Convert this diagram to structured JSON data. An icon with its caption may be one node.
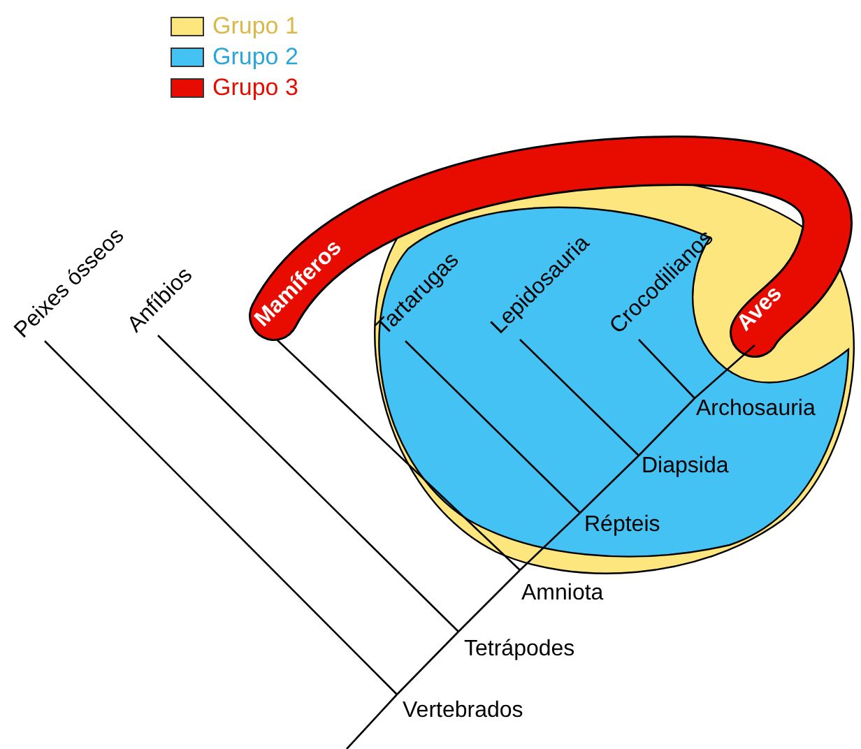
{
  "diagram": {
    "nodes": [
      {
        "text": [
          "Peixes ósseos"
        ]
      },
      {
        "text": [
          "Anfíbios"
        ]
      },
      {
        "text": [
          "Mamíferos"
        ]
      },
      {
        "text": [
          "Tartarugas"
        ]
      },
      {
        "text": [
          "Lepidosauria"
        ]
      },
      {
        "text": [
          "Crocodilianos"
        ]
      },
      {
        "text": [
          "Aves"
        ]
      },
      {
        "text": [
          "Vertebrados"
        ]
      },
      {
        "text": [
          "Tetrápodes"
        ]
      },
      {
        "text": [
          "Amniota"
        ]
      },
      {
        "text": [
          "Répteis"
        ]
      },
      {
        "text": [
          "Diapsida"
        ]
      },
      {
        "text": [
          "Archosauria"
        ]
      }
    ],
    "edges": [
      {
        "from": null,
        "to": 7,
        "arrow": "none"
      },
      {
        "from": 7,
        "to": 0,
        "arrow": "none"
      },
      {
        "from": 7,
        "to": 8,
        "arrow": "none"
      },
      {
        "from": 8,
        "to": 1,
        "arrow": "none"
      },
      {
        "from": 8,
        "to": 9,
        "arrow": "none"
      },
      {
        "from": 9,
        "to": 2,
        "arrow": "none"
      },
      {
        "from": 9,
        "to": 10,
        "arrow": "none"
      },
      {
        "from": 10,
        "to": 3,
        "arrow": "none"
      },
      {
        "from": 10,
        "to": 11,
        "arrow": "none"
      },
      {
        "from": 11,
        "to": 4,
        "arrow": "none"
      },
      {
        "from": 11,
        "to": 12,
        "arrow": "none"
      },
      {
        "from": 12,
        "to": 5,
        "arrow": "none"
      },
      {
        "from": 12,
        "to": 6,
        "arrow": "none"
      }
    ],
    "legend": [
      {
        "text": "Grupo 1",
        "color": "#fde67e"
      },
      {
        "text": "Grupo 2",
        "color": "#44c2f4"
      },
      {
        "text": "Grupo 3",
        "color": "#e80c00"
      }
    ]
  }
}
